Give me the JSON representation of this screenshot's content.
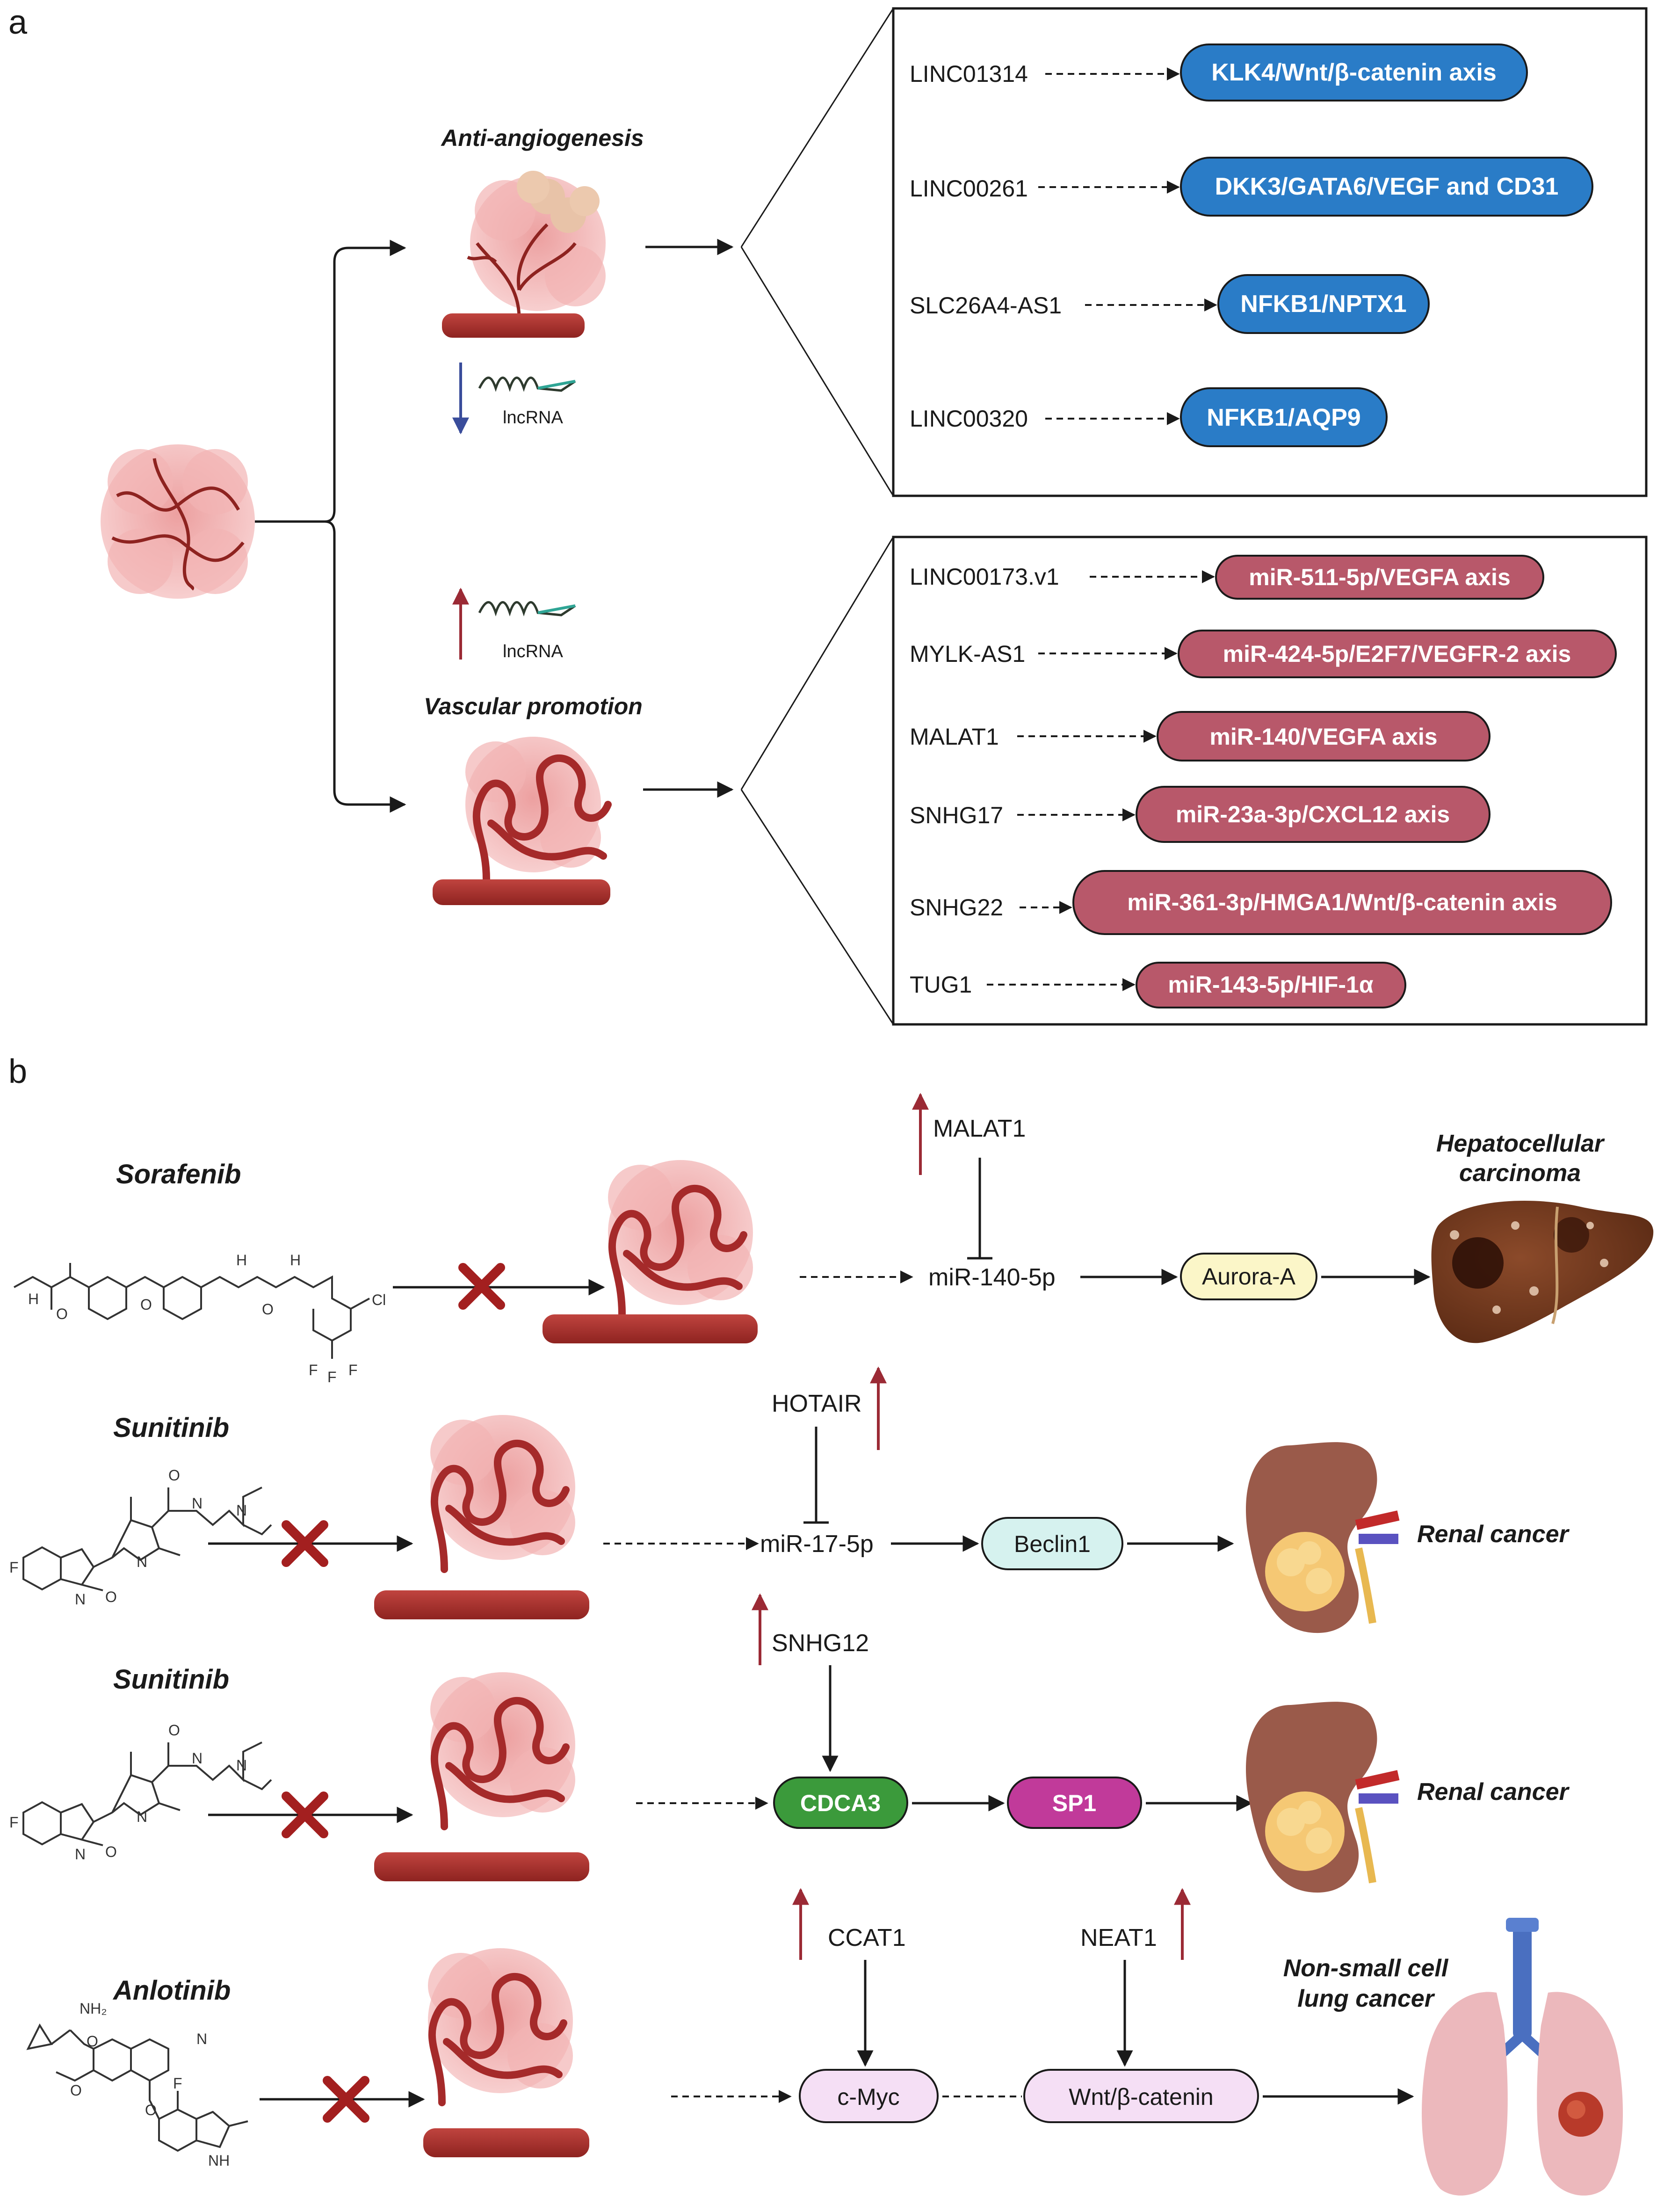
{
  "panel_a": {
    "label": "a",
    "anti_title": "Anti-angiogenesis",
    "vascular_title": "Vascular promotion",
    "lncrna_down_label": "lncRNA",
    "lncrna_up_label": "lncRNA",
    "anti_items": [
      {
        "lnc": "LINC01314",
        "target": "KLK4/Wnt/β-catenin axis"
      },
      {
        "lnc": "LINC00261",
        "target": "DKK3/GATA6/VEGF and CD31"
      },
      {
        "lnc": "SLC26A4-AS1",
        "target": "NFKB1/NPTX1"
      },
      {
        "lnc": "LINC00320",
        "target": "NFKB1/AQP9"
      }
    ],
    "pro_items": [
      {
        "lnc": "LINC00173.v1",
        "target": "miR-511-5p/VEGFA axis"
      },
      {
        "lnc": "MYLK-AS1",
        "target": "miR-424-5p/E2F7/VEGFR-2 axis"
      },
      {
        "lnc": "MALAT1",
        "target": "miR-140/VEGFA axis"
      },
      {
        "lnc": "SNHG17",
        "target": "miR-23a-3p/CXCL12 axis"
      },
      {
        "lnc": "SNHG22",
        "target": "miR-361-3p/HMGA1/Wnt/β-catenin axis"
      },
      {
        "lnc": "TUG1",
        "target": "miR-143-5p/HIF-1α"
      }
    ]
  },
  "panel_b": {
    "label": "b",
    "rows": [
      {
        "drug": "Sorafenib",
        "lnc": "MALAT1",
        "mirna": "miR-140-5p",
        "targets": [
          "Aurora-A"
        ],
        "cancer": "Hepatocellular carcinoma",
        "cancer_lines": [
          "Hepatocellular",
          "carcinoma"
        ]
      },
      {
        "drug": "Sunitinib",
        "lnc": "HOTAIR",
        "mirna": "miR-17-5p",
        "targets": [
          "Beclin1"
        ],
        "cancer": "Renal cancer",
        "cancer_lines": [
          "Renal cancer"
        ]
      },
      {
        "drug": "Sunitinib",
        "lnc": "SNHG12",
        "mirna": "",
        "targets": [
          "CDCA3",
          "SP1"
        ],
        "cancer": "Renal cancer",
        "cancer_lines": [
          "Renal cancer"
        ]
      },
      {
        "drug": "Anlotinib",
        "lnc": "CCAT1",
        "lnc2": "NEAT1",
        "mirna": "",
        "targets": [
          "c-Myc",
          "Wnt/β-catenin"
        ],
        "cancer": "Non-small cell lung cancer",
        "cancer_lines": [
          "Non-small cell",
          "lung cancer"
        ]
      }
    ]
  },
  "colors": {
    "blue_pill": "#2a7cc7",
    "red_pill": "#b8586a",
    "vessel": "#a52a2a",
    "aurora": "#fbf6c8",
    "beclin": "#d6f2ef",
    "cdca3": "#3b9a3b",
    "sp1": "#c13a9a",
    "cmyc": "#f5dff5",
    "up_arrow": "#9b2a35",
    "down_arrow": "#3a4d9b"
  }
}
